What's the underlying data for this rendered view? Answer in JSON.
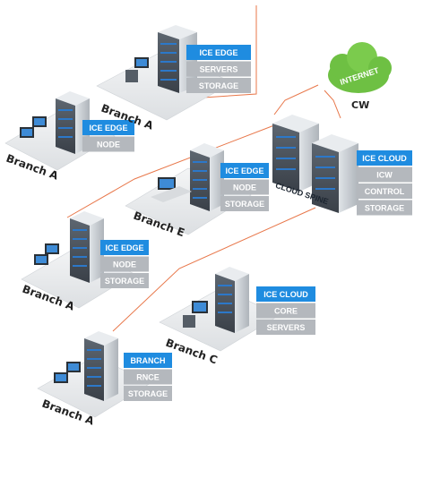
{
  "colors": {
    "accent": "#1f8ce0",
    "label_gray": "#b4b8bd",
    "link": "#e8774a",
    "internet": "#6ec043"
  },
  "internet": {
    "label": "INTERNET",
    "caption": "CW"
  },
  "cloud_spine": {
    "label": "CLOUD SPINE"
  },
  "groups": [
    {
      "id": "branch-a-top",
      "name": "Branch A",
      "panel": [
        "ICE EDGE",
        "SERVERS",
        "STORAGE"
      ]
    },
    {
      "id": "branch-a-left",
      "name": "Branch A",
      "panel": [
        "ICE EDGE",
        "NODE"
      ]
    },
    {
      "id": "branch-e",
      "name": "Branch E",
      "panel": [
        "ICE EDGE",
        "NODE",
        "STORAGE"
      ]
    },
    {
      "id": "cloud",
      "name": "",
      "panel": [
        "ICE CLOUD",
        "ICW",
        "CONTROL",
        "STORAGE"
      ]
    },
    {
      "id": "branch-a-mid",
      "name": "Branch A",
      "panel": [
        "ICE EDGE",
        "NODE",
        "STORAGE"
      ]
    },
    {
      "id": "branch-c",
      "name": "Branch C",
      "panel": [
        "ICE CLOUD",
        "CORE",
        "SERVERS"
      ]
    },
    {
      "id": "branch-a-bottom",
      "name": "Branch A",
      "panel": [
        "BRANCH",
        "RNCE",
        "STORAGE"
      ]
    }
  ]
}
